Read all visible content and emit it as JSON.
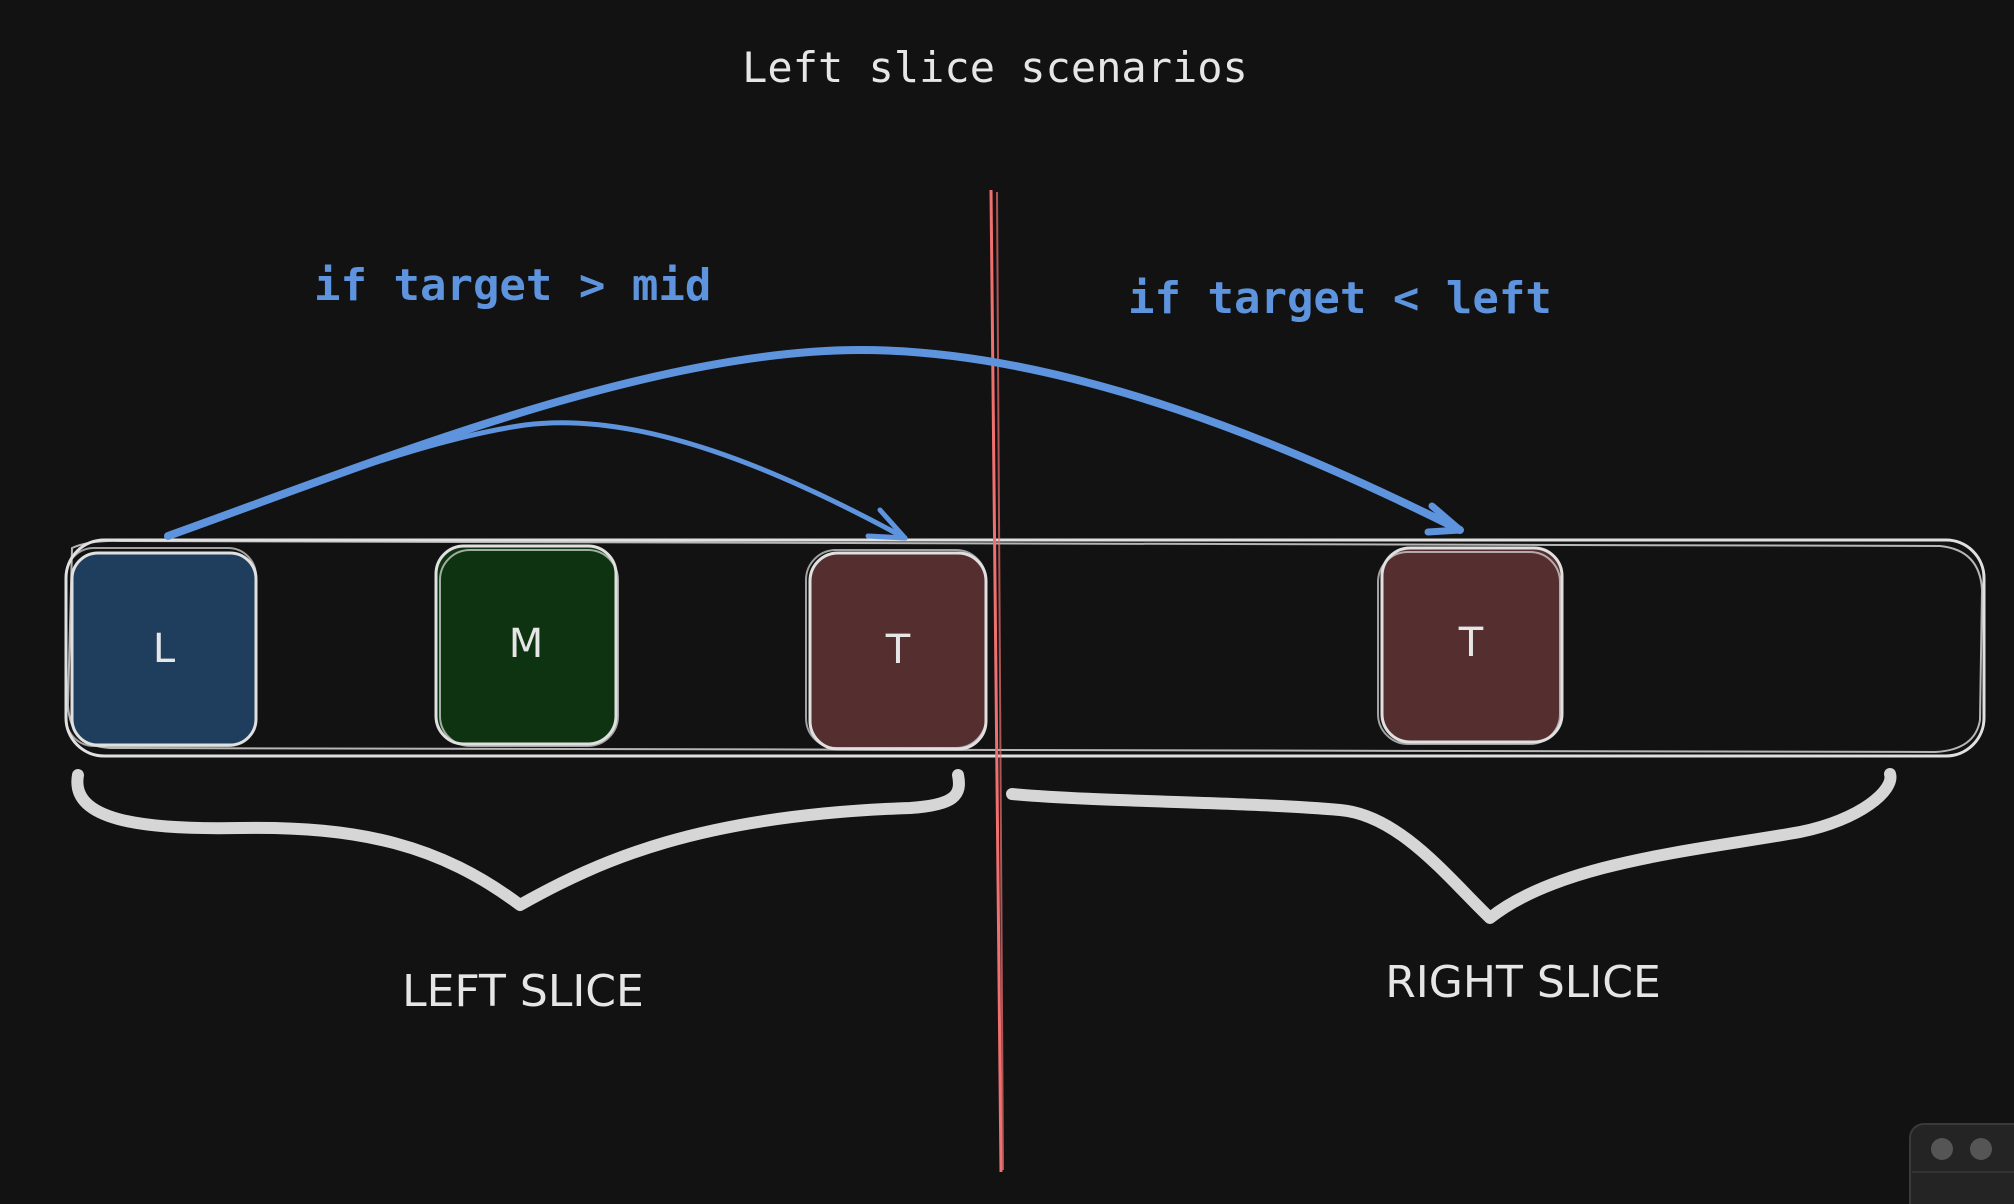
{
  "title": "Left slice scenarios",
  "conditions": {
    "left_case": "if target > mid",
    "right_case": "if target < left"
  },
  "cells": {
    "left": {
      "label": "L",
      "fill": "#1f3d5c"
    },
    "mid": {
      "label": "M",
      "fill": "#0e3311"
    },
    "target_left": {
      "label": "T",
      "fill": "#552f30"
    },
    "target_right": {
      "label": "T",
      "fill": "#552f30"
    }
  },
  "slices": {
    "left_label": "LEFT SLICE",
    "right_label": "RIGHT SLICE"
  },
  "colors": {
    "background": "#121212",
    "stroke": "#e0e0e0",
    "arrow": "#5e93dd",
    "divider": "#f07070",
    "text": "#e6e6e6"
  },
  "icons": [
    "window-dot-icon",
    "window-dot-icon"
  ]
}
